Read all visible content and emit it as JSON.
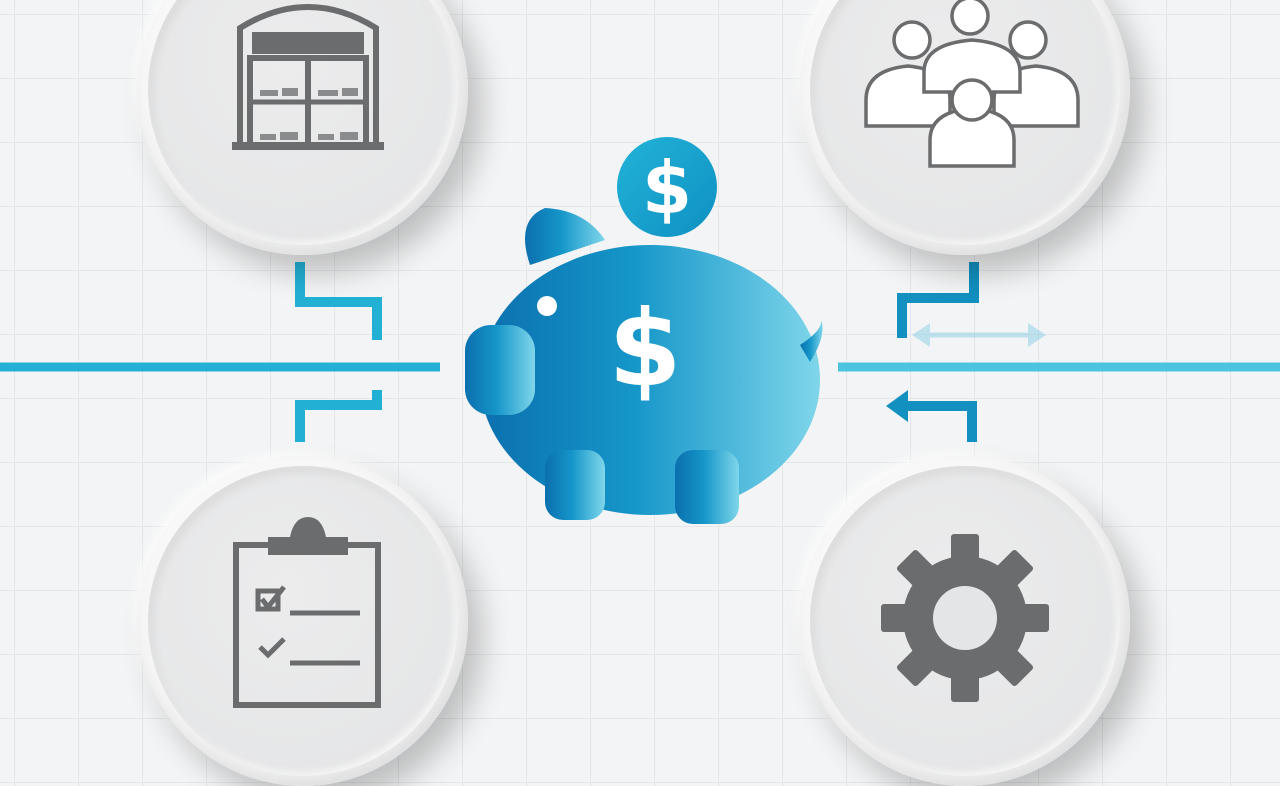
{
  "nodes": [
    {
      "name": "warehouse",
      "icon": "warehouse-icon"
    },
    {
      "name": "team",
      "icon": "people-group-icon"
    },
    {
      "name": "checklist",
      "icon": "clipboard-checklist-icon"
    },
    {
      "name": "settings",
      "icon": "gear-icon"
    }
  ],
  "center": {
    "icon": "piggy-bank-icon",
    "symbol": "$",
    "coin_symbol": "$"
  },
  "colors": {
    "accent": "#1aa9cf",
    "accent_dark": "#0c74b0",
    "accent_light": "#7fd6ea",
    "icon_gray": "#6b6c6e",
    "node_fill": "#e6e7e8",
    "background": "#f3f4f5"
  }
}
